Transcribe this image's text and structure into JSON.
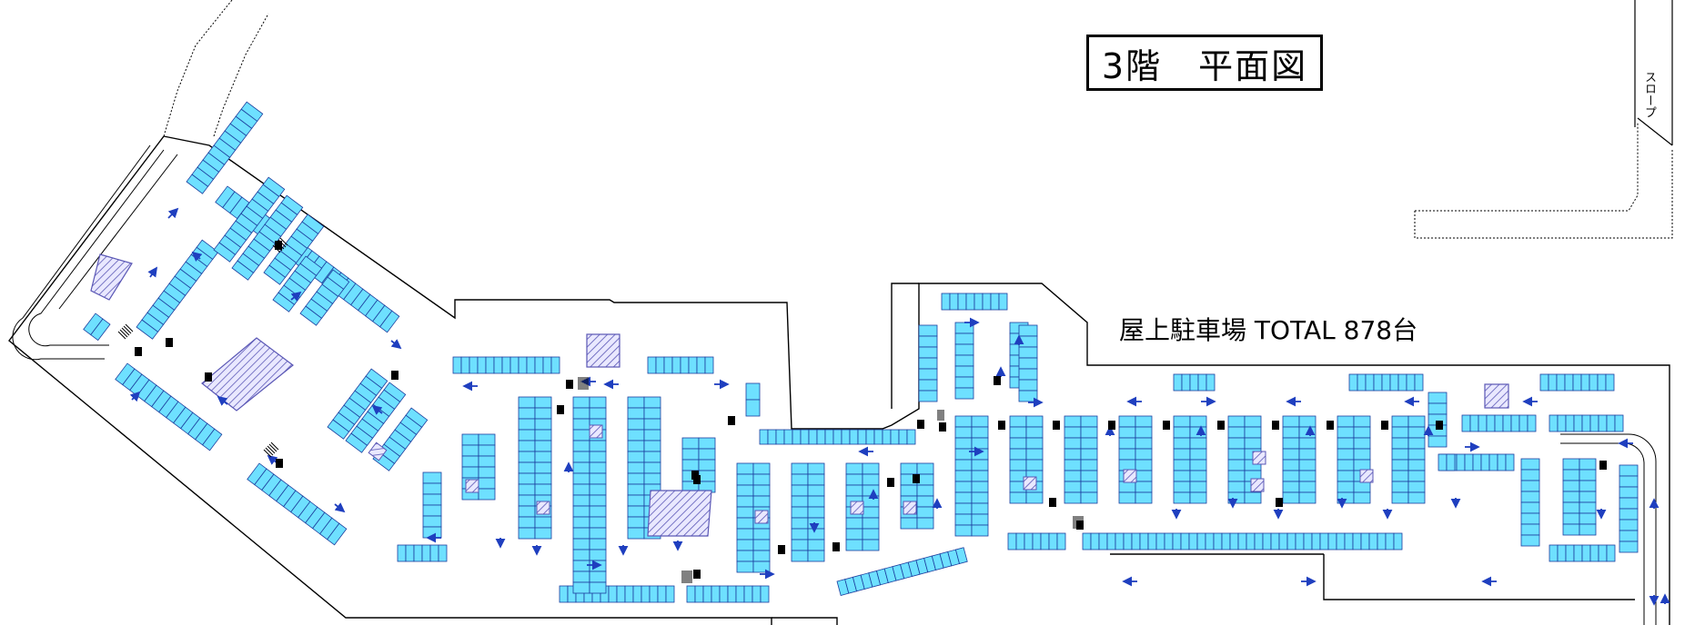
{
  "floor_title": "3階　平面図",
  "total_label": "屋上駐車場 TOTAL 878台",
  "slope_label": "スロープ",
  "colors": {
    "stall_fill": "#6ee0ff",
    "stall_stroke": "#1c3e9e",
    "outline": "#000000",
    "arrow": "#1f3fbf",
    "hatch": "#5a57b5"
  },
  "icons": {
    "direction_arrows": "arrow-icon",
    "hatched_columns": "column-hatch"
  }
}
